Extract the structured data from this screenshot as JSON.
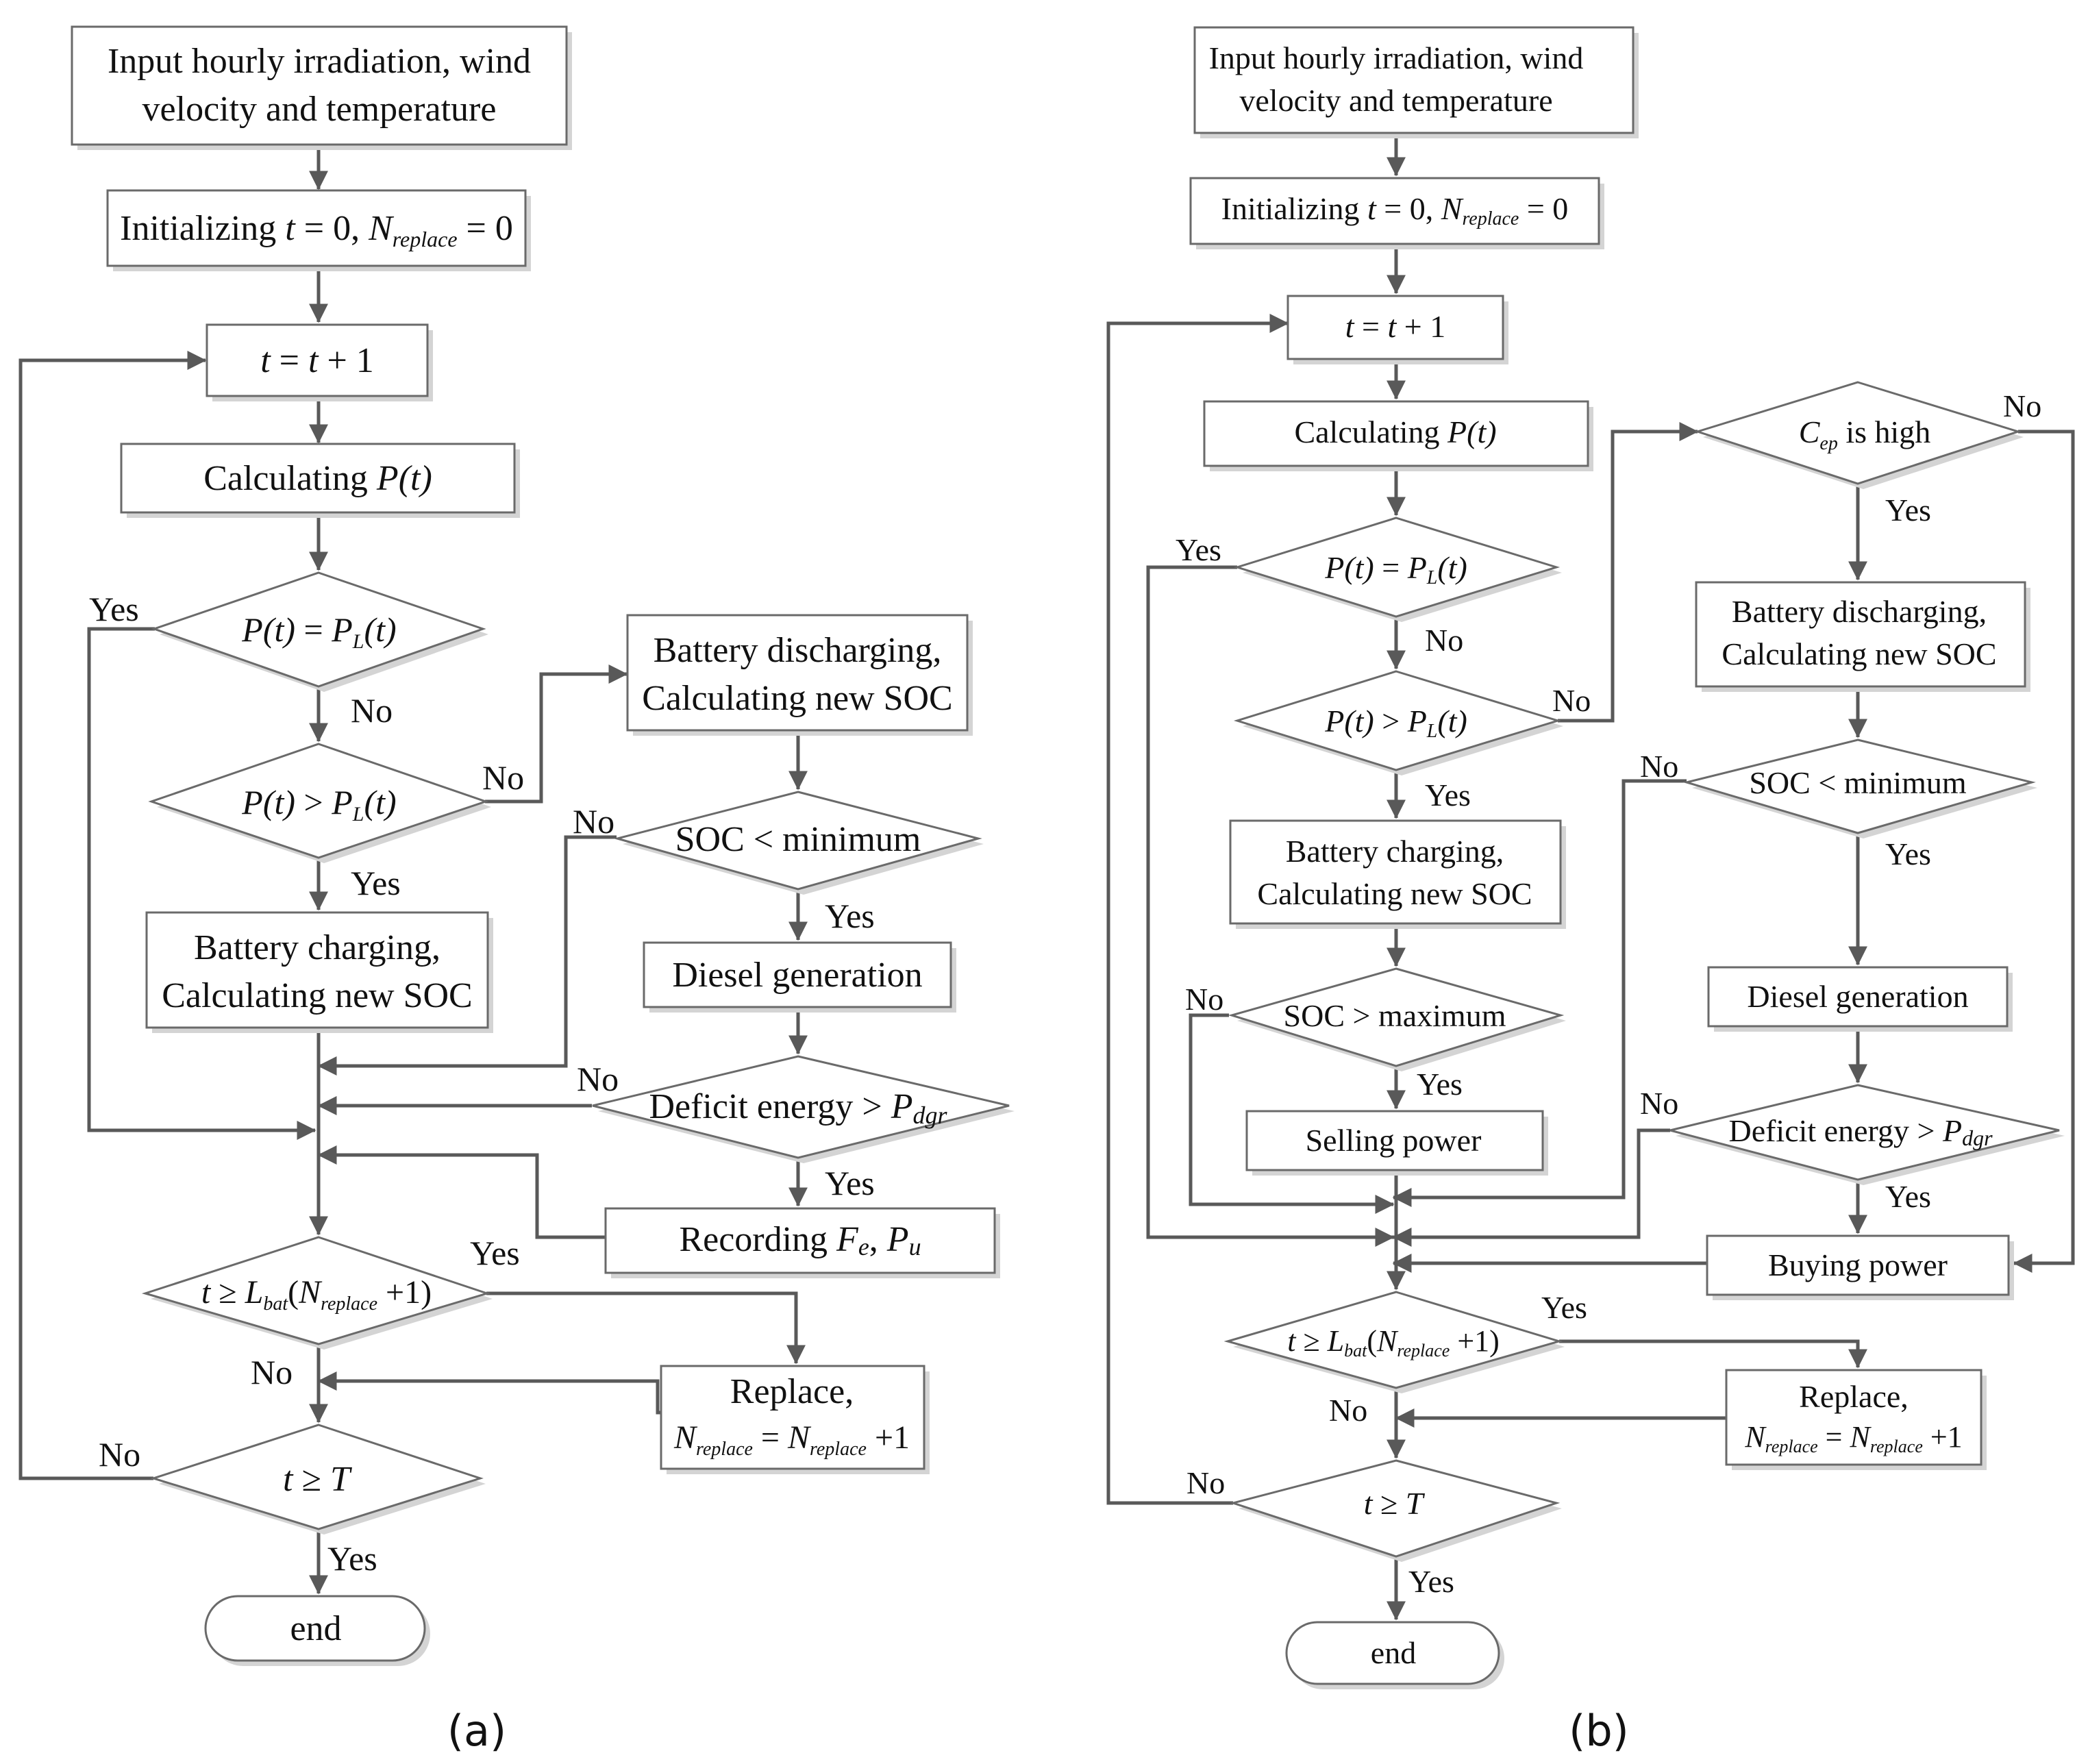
{
  "charts": {
    "a": {
      "caption": "(a)",
      "input": [
        "Input hourly irradiation, wind",
        "velocity and temperature"
      ],
      "init": {
        "prefix": "Initializing ",
        "t": "t",
        "eq1": " = 0, ",
        "N": "N",
        "sub": "replace",
        "eq2": " = 0"
      },
      "step": {
        "t1": "t",
        "eq": " = ",
        "t2": "t",
        "plus": " + 1"
      },
      "calc": {
        "prefix": "Calculating ",
        "P": "P",
        "t": "(t)"
      },
      "d_equal": {
        "P": "P",
        "t": "(t)",
        "op": " = ",
        "PL": "P",
        "L": "L",
        "tL": "(t)"
      },
      "d_greater": {
        "P": "P",
        "t": "(t)",
        "op": " > ",
        "PL": "P",
        "L": "L",
        "tL": "(t)"
      },
      "charging": [
        "Battery charging,",
        "Calculating new SOC"
      ],
      "discharging": [
        "Battery discharging,",
        "Calculating new SOC"
      ],
      "soc_min": "SOC < minimum",
      "diesel": "Diesel generation",
      "deficit": {
        "text": "Deficit energy > ",
        "P": "P",
        "sub": "dgr"
      },
      "recording": {
        "text": "Recording ",
        "F": "F",
        "Fsub": "e",
        "sep": ", ",
        "P": "P",
        "Psub": "u"
      },
      "life": {
        "t": "t",
        "op": " ≥ ",
        "L": "L",
        "Lsub": "bat",
        "open": "(",
        "N": "N",
        "Nsub": "replace",
        "close": " +1)"
      },
      "replace": {
        "line1": "Replace,",
        "N1": "N",
        "s1": "replace",
        "eq": " = ",
        "N2": "N",
        "s2": "replace",
        "plus": " +1"
      },
      "end_test": {
        "t": "t",
        "op": " ≥ ",
        "T": "T"
      },
      "end": "end",
      "yes": "Yes",
      "no": "No"
    },
    "b": {
      "caption": "(b)",
      "input": [
        "Input hourly irradiation, wind",
        "velocity and temperature"
      ],
      "init": {
        "prefix": "Initializing ",
        "t": "t",
        "eq1": " = 0, ",
        "N": "N",
        "sub": "replace",
        "eq2": " = 0"
      },
      "step": {
        "t1": "t",
        "eq": " = ",
        "t2": "t",
        "plus": " + 1"
      },
      "calc": {
        "prefix": "Calculating ",
        "P": "P",
        "t": "(t)"
      },
      "d_equal": {
        "P": "P",
        "t": "(t)",
        "op": " = ",
        "PL": "P",
        "L": "L",
        "tL": "(t)"
      },
      "d_greater": {
        "P": "P",
        "t": "(t)",
        "op": " > ",
        "PL": "P",
        "L": "L",
        "tL": "(t)"
      },
      "cep": {
        "C": "C",
        "sub": "ep",
        "text": "  is high"
      },
      "charging": [
        "Battery charging,",
        "Calculating new SOC"
      ],
      "discharging": [
        "Battery discharging,",
        "Calculating new SOC"
      ],
      "soc_max": "SOC > maximum",
      "soc_min": "SOC < minimum",
      "selling": "Selling power",
      "diesel": "Diesel generation",
      "deficit": {
        "text": "Deficit energy > ",
        "P": "P",
        "sub": "dgr"
      },
      "buying": "Buying power",
      "life": {
        "t": "t",
        "op": " ≥ ",
        "L": "L",
        "Lsub": "bat",
        "open": "(",
        "N": "N",
        "Nsub": "replace",
        "close": " +1)"
      },
      "replace": {
        "line1": "Replace,",
        "N1": "N",
        "s1": "replace",
        "eq": " = ",
        "N2": "N",
        "s2": "replace",
        "plus": " +1"
      },
      "end_test": {
        "t": "t",
        "op": " ≥ ",
        "T": "T"
      },
      "end": "end",
      "yes": "Yes",
      "no": "No"
    }
  },
  "colors": {
    "box_stroke": "#6a6a6a",
    "box_fill": "#ffffff",
    "shadow": "#d4d4d4",
    "line": "#595959",
    "text": "#111111"
  }
}
